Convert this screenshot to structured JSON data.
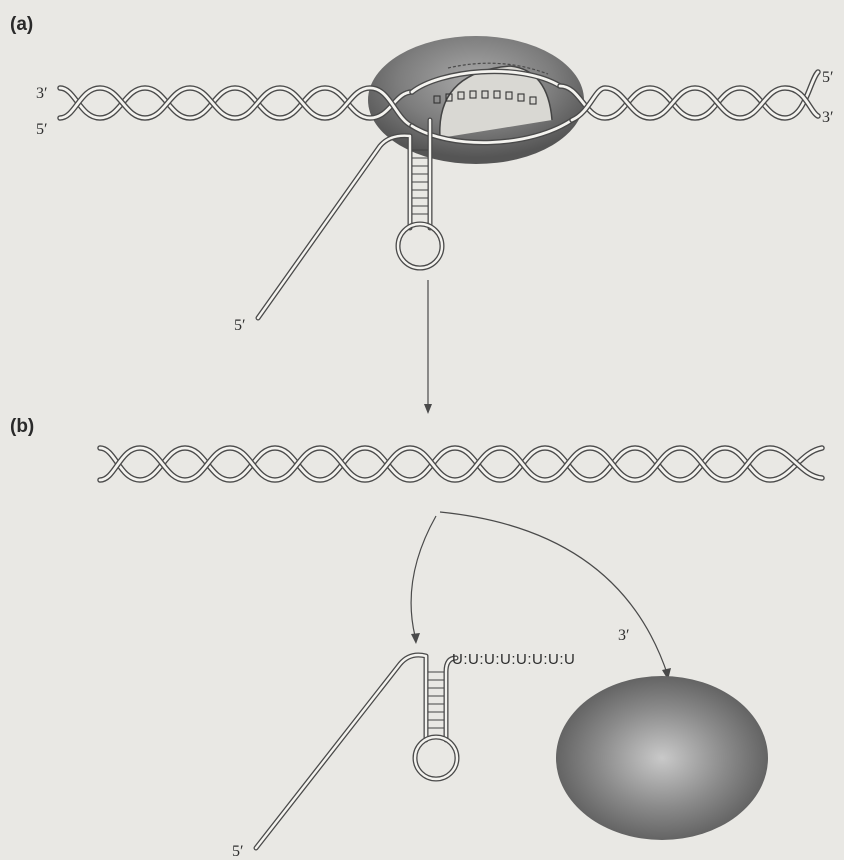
{
  "panels": {
    "a": {
      "label": "(a)"
    },
    "b": {
      "label": "(b)"
    }
  },
  "labels": {
    "a_left_top": "3′",
    "a_left_bottom": "5′",
    "a_right_top": "5′",
    "a_right_bottom": "3′",
    "a_rna_5prime": "5′",
    "b_rna_5prime": "5′",
    "b_rna_3prime": "3′",
    "b_uridine_tail": "U:U:U:U:U:U:U:U"
  },
  "colors": {
    "background": "#e9e8e4",
    "strand": "#4a4a4a",
    "polymerase": "#6b6b6b"
  }
}
